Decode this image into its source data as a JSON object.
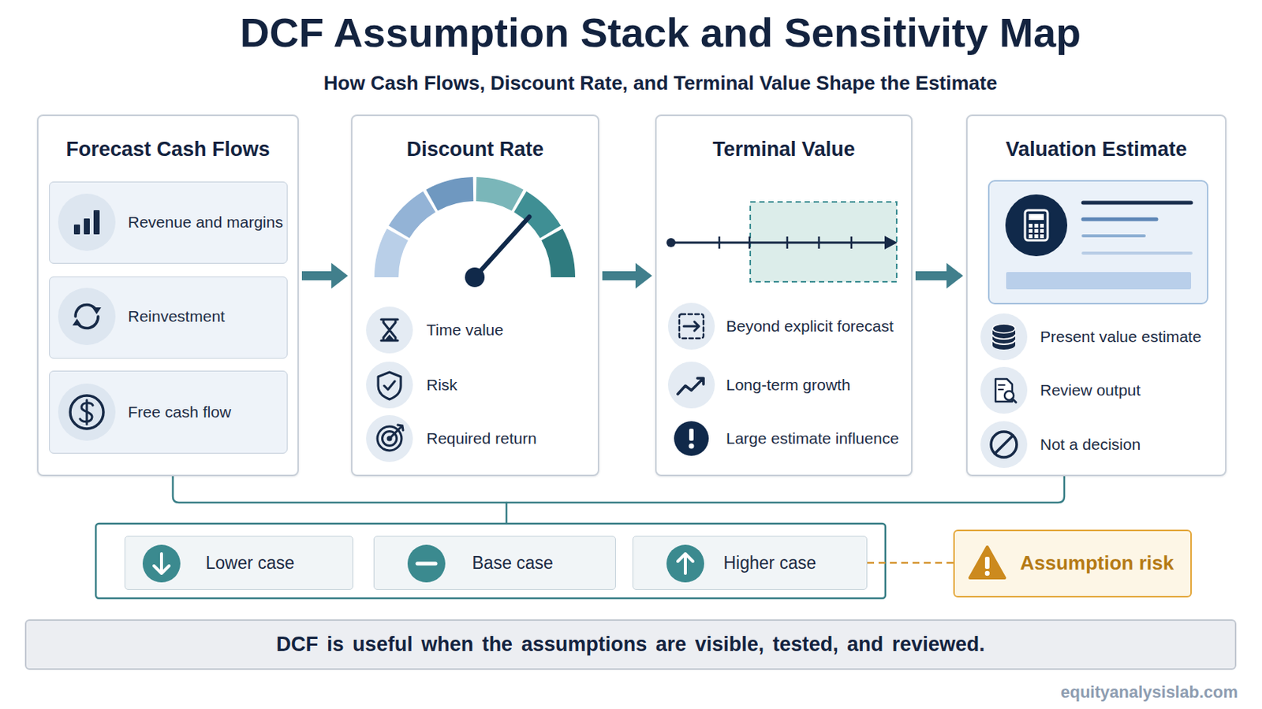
{
  "diagram": {
    "title": "DCF Assumption Stack and Sensitivity Map",
    "caption": "DCF is useful when the assumptions are visible, tested, and reviewed.",
    "nodes": [
      {
        "text": [
          "Forecast Cash Flows"
        ]
      },
      {
        "text": [
          "Revenue and margins"
        ],
        "in": 0
      },
      {
        "text": [
          "Reinvestment"
        ],
        "in": 0
      },
      {
        "text": [
          "Free cash flow"
        ],
        "in": 0
      },
      {
        "text": [
          "Discount Rate",
          "Time value",
          "Risk",
          "Required return"
        ]
      },
      {
        "text": [
          "Terminal Value",
          "Beyond explicit forecast",
          "Long-term growth",
          "Large estimate influence"
        ]
      },
      {
        "text": [
          "Valuation Estimate",
          "Present value estimate",
          "Review output",
          "Not a decision"
        ]
      },
      {
        "text": [
          "Lower case"
        ]
      },
      {
        "text": [
          "Base case"
        ]
      },
      {
        "text": [
          "Higher case"
        ]
      },
      {
        "text": [
          "Assumption risk"
        ]
      }
    ],
    "edges": [
      {
        "from": 0,
        "to": 4,
        "arrow": "to"
      },
      {
        "from": 4,
        "to": 5,
        "arrow": "to"
      },
      {
        "from": 5,
        "to": 6,
        "arrow": "to"
      },
      {
        "from": 9,
        "to": 10,
        "arrow": "none"
      }
    ],
    "labels": [
      "How Cash Flows, Discount Rate, and Terminal Value Shape the Estimate",
      "equityanalysislab.com"
    ]
  }
}
